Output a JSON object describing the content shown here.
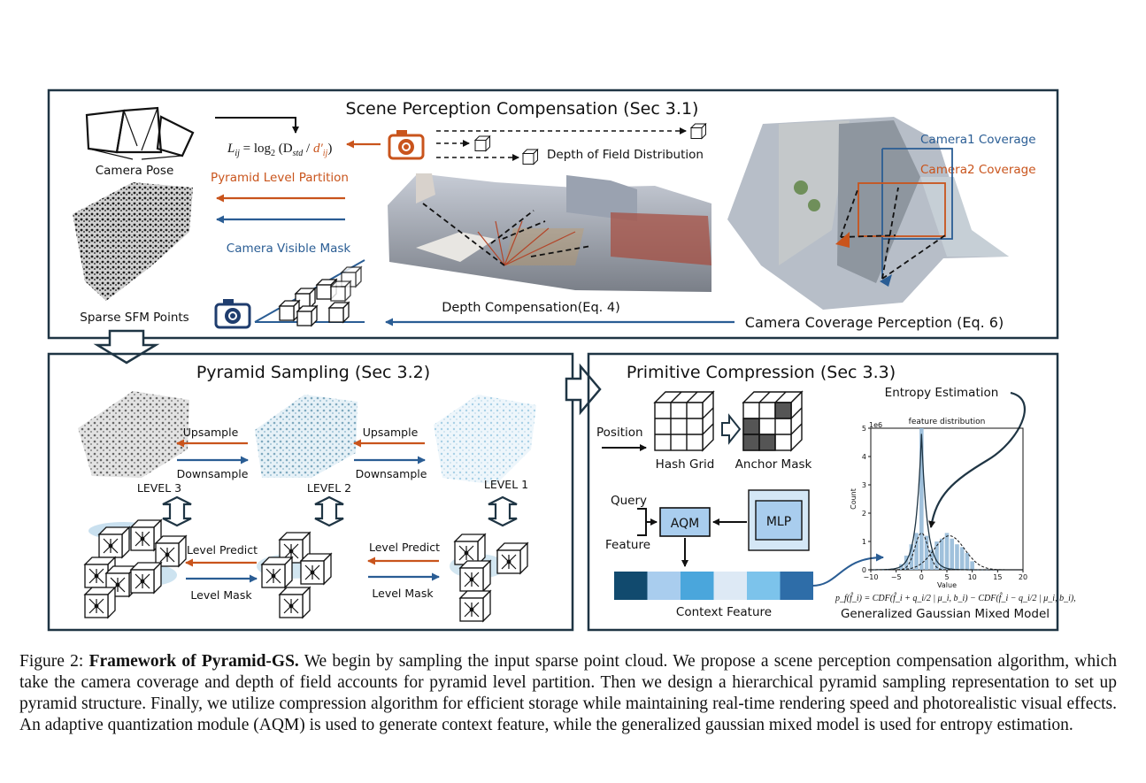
{
  "panels": {
    "scene": {
      "title": "Scene Perception Compensation (Sec 3.1)",
      "camera_pose": "Camera Pose",
      "sparse_points": "Sparse SFM Points",
      "formula": "L_ij = log_2 (D_std / d'_ij)",
      "pyramid_partition": "Pyramid Level Partition",
      "visible_mask": "Camera Visible Mask",
      "dof": "Depth of Field Distribution",
      "depth_comp": "Depth Compensation(Eq. 4)",
      "cam1": "Camera1 Coverage",
      "cam2": "Camera2 Coverage",
      "coverage": "Camera Coverage Perception (Eq. 6)"
    },
    "sampling": {
      "title": "Pyramid Sampling (Sec 3.2)",
      "upsample_1": "Upsample",
      "downsample_1": "Downsample",
      "upsample_2": "Upsample",
      "downsample_2": "Downsample",
      "level3": "LEVEL 3",
      "level2": "LEVEL 2",
      "level1": "LEVEL 1",
      "level_predict_1": "Level Predict",
      "level_mask_1": "Level Mask",
      "level_predict_2": "Level Predict",
      "level_mask_2": "Level Mask"
    },
    "compression": {
      "title": "Primitive Compression (Sec 3.3)",
      "position": "Position",
      "hash_grid": "Hash Grid",
      "anchor_mask": "Anchor Mask",
      "query": "Query",
      "feature": "Feature",
      "aqm": "AQM",
      "mlp": "MLP",
      "context_feature": "Context Feature",
      "entropy": "Entropy Estimation",
      "ggmm": "Generalized Gaussian Mixed Model",
      "ggmm_formula": "p_f(f̂_i) = CDF(f̂_i + q_i/2 | μ_i, b_i) − CDF(f̂_i − q_i/2 | μ_i, b_i),"
    }
  },
  "histogram": {
    "title": "feature distribution",
    "multiplier": "1e6",
    "xlabel": "Value",
    "ylabel": "Count",
    "xticks": [
      "−10",
      "−5",
      "0",
      "5",
      "10",
      "15",
      "20"
    ],
    "yticks": [
      "0",
      "1",
      "2",
      "3",
      "4",
      "5"
    ]
  },
  "chart_data": {
    "type": "bar",
    "title": "feature distribution",
    "xlabel": "Value",
    "ylabel": "Count",
    "xlim": [
      -10,
      20
    ],
    "ylim": [
      0,
      5
    ],
    "x": [
      -4,
      -3,
      -2,
      -1,
      0,
      1,
      2,
      3,
      4,
      5,
      6,
      7,
      8,
      9,
      10
    ],
    "values": [
      0.2,
      0.5,
      0.9,
      1.3,
      5.0,
      1.2,
      0.7,
      1.0,
      1.1,
      1.3,
      1.1,
      0.9,
      0.8,
      0.6,
      0.3
    ]
  },
  "context_colors": [
    "#114a6e",
    "#a9cdee",
    "#4aa6dc",
    "#dde9f5",
    "#7cc3eb",
    "#2e6da8"
  ],
  "colors": {
    "orange": "#c9541c",
    "blue": "#2a5d94",
    "navy": "#1f3544"
  },
  "caption": {
    "label": "Figure 2:",
    "title": "Framework of Pyramid-GS.",
    "text": "We begin by sampling the input sparse point cloud. We propose a scene perception compensation algorithm, which take the camera coverage and depth of field accounts for pyramid level partition. Then we design a hierarchical pyramid sampling representation to set up pyramid structure. Finally, we utilize compression algorithm for efficient storage while maintaining real-time rendering speed and photorealistic visual effects. An adaptive quantization module (AQM) is used to generate context feature, while the generalized gaussian mixed model is used for entropy estimation."
  }
}
